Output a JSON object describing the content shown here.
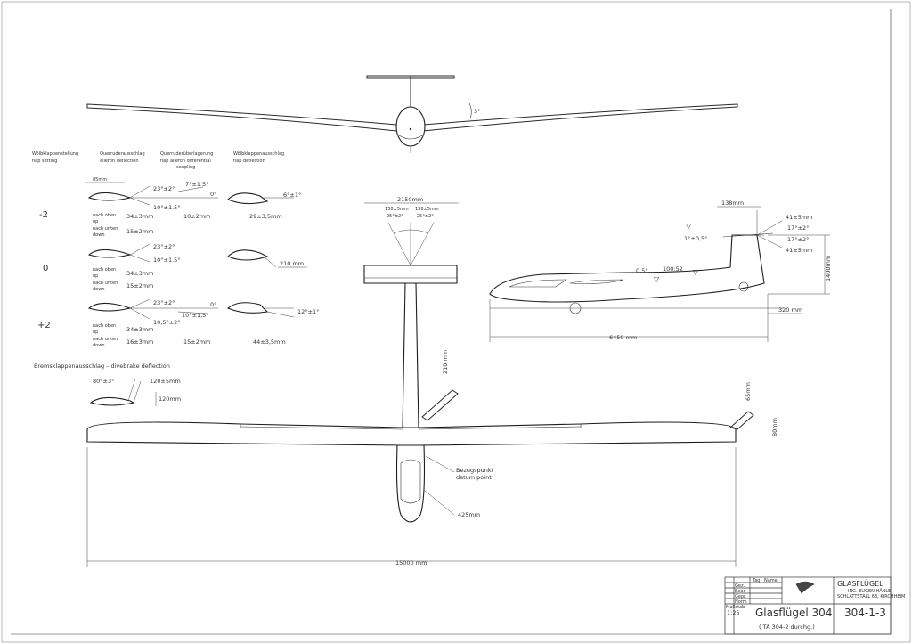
{
  "flap_table": {
    "headers": {
      "col1": [
        "Wölbklappenstellung",
        "flap setting"
      ],
      "col2": [
        "Querruderausschlag",
        "aileron deflection"
      ],
      "col3": [
        "Querruderüberlagerung",
        "flap aileron differential",
        "coupling"
      ],
      "col4": [
        "Wölbklappenausschlag",
        "flap deflection"
      ]
    },
    "rows": [
      {
        "setting": "-2",
        "chord": "85mm",
        "up_angle": "23°±2°",
        "top_angle": "7°±1.5°",
        "zero": "0°",
        "down_angle": "10°±1.5°",
        "flap_angle": "6°±1°",
        "up_label": [
          "nach oben",
          "up"
        ],
        "up_value": "34±3mm",
        "down_label": [
          "nach unten",
          "down"
        ],
        "down_value": "15±2mm",
        "coupling_value": "10±2mm",
        "flap_value": "29±3,5mm"
      },
      {
        "setting": "0",
        "up_angle": "23°±2°",
        "down_angle": "10°±1.5°",
        "flap_value_dim": "210 mm",
        "up_label": [
          "nach oben",
          "up"
        ],
        "up_value": "34±3mm",
        "down_label": [
          "nach unten",
          "down"
        ],
        "down_value": "15±2mm"
      },
      {
        "setting": "+2",
        "up_angle": "23°±2°",
        "zero": "0°",
        "down_angle": "10,5°±2°",
        "top_angle": "10°±1,5°",
        "flap_angle": "12°±1°",
        "up_label": [
          "nach oben",
          "up"
        ],
        "up_value": "34±3mm",
        "down_label": [
          "nach unten",
          "down"
        ],
        "down_value": "16±3mm",
        "coupling_value": "15±2mm",
        "flap_value": "44±3,5mm"
      }
    ]
  },
  "airbrake": {
    "title": "Bremsklappenausschlag – divebrake deflection",
    "angle": "80°±3°",
    "length": "120±5mm",
    "height": "120mm"
  },
  "front_view": {
    "dihedral": "3°"
  },
  "tailplane": {
    "span": "2150mm",
    "left_travel": "138±5mm",
    "right_travel": "138±5mm",
    "left_angle": "25°±2°",
    "right_angle": "25°±2°"
  },
  "side_view": {
    "rudder_chord": "138mm",
    "elev_up_dim": "41±5mm",
    "elev_up_angle": "17°±2°",
    "elev_down_angle": "17°±2°",
    "elev_down_dim": "41±5mm",
    "incidence": "1°±0,5°",
    "height": "1400mm",
    "wing_angle": "0,5°",
    "slope": "100:52",
    "tail_gap": "320 mm",
    "length": "6450 mm"
  },
  "plan_view": {
    "brake_dim": "210 mm",
    "tip_height": "65mm",
    "tip_depth": "80mm",
    "datum_label": [
      "Bezugspunkt",
      "datum point"
    ],
    "datum_dim": "425mm",
    "span": "15000 mm"
  },
  "title_block": {
    "col_headers": [
      "Tag",
      "Name"
    ],
    "row_labels": [
      "Gez.",
      "Bear.",
      "Gepr.",
      "Norm"
    ],
    "material_label": "Maßstab",
    "company": "GLASFLÜGEL",
    "company_sub1": "ING. EUGEN HÄNLE",
    "company_sub2": "SCHLATTSTALL 63, KIRCHHEIM",
    "scale": "1:25",
    "title": "Glasflügel 304",
    "subtitle": "( TÄ 304-2 durchg.)",
    "drawing_no": "304-1-3"
  }
}
